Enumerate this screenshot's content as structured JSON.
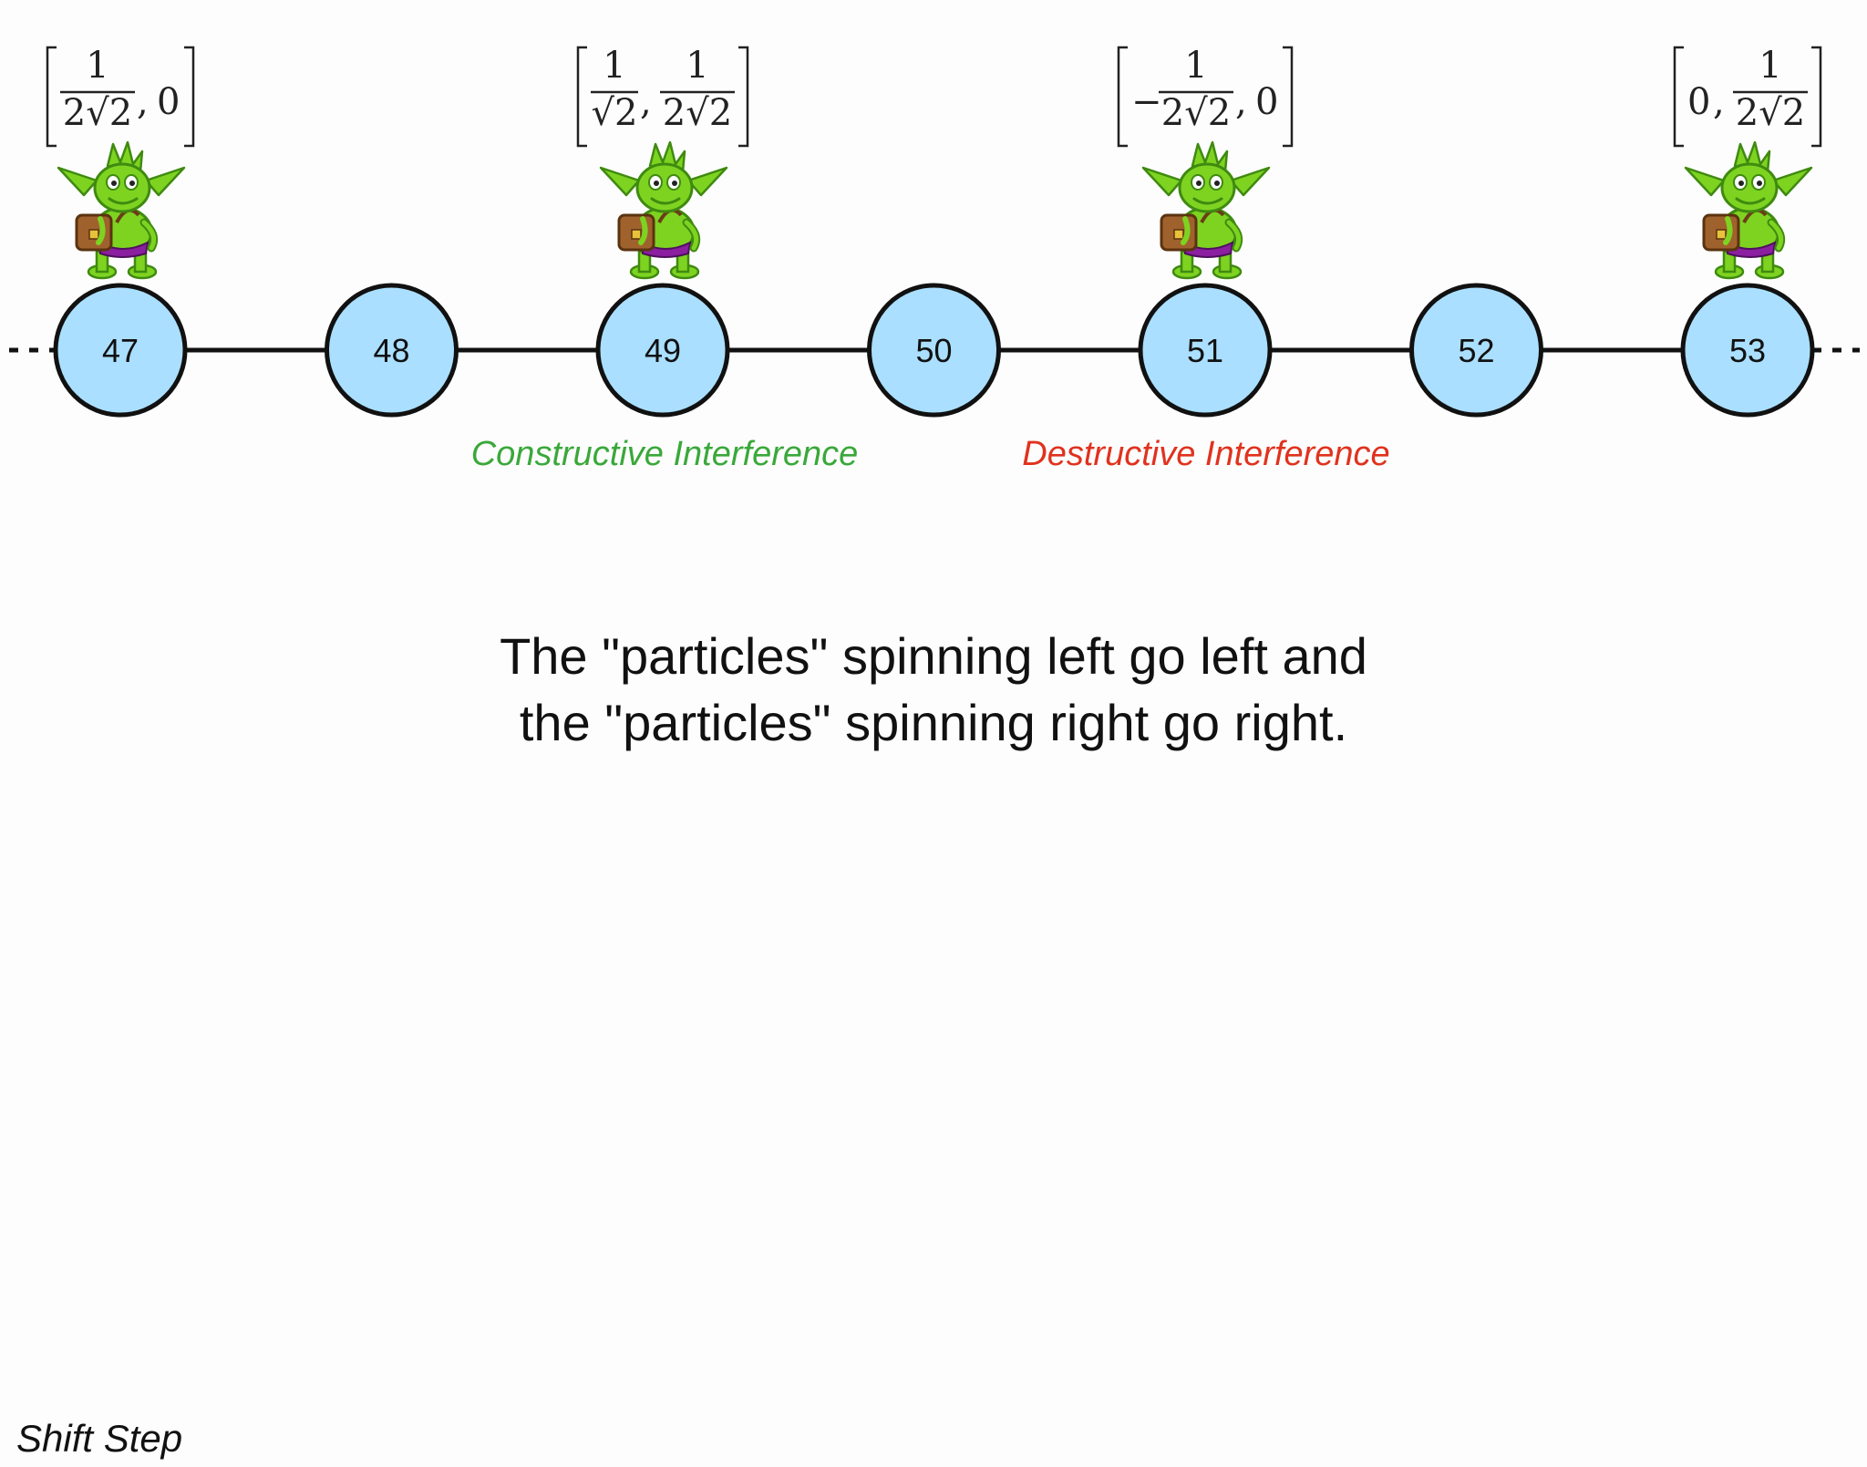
{
  "nodes": [
    {
      "label": "47",
      "goblin": true,
      "amplitude": {
        "left": {
          "num": "1",
          "den": "2√2"
        },
        "right": {
          "value": "0"
        }
      }
    },
    {
      "label": "48",
      "goblin": false
    },
    {
      "label": "49",
      "goblin": true,
      "amplitude": {
        "left": {
          "num": "1",
          "den": "√2"
        },
        "right": {
          "num": "1",
          "den": "2√2"
        }
      }
    },
    {
      "label": "50",
      "goblin": false
    },
    {
      "label": "51",
      "goblin": true,
      "amplitude": {
        "left": {
          "sign": "−",
          "num": "1",
          "den": "2√2"
        },
        "right": {
          "value": "0"
        }
      }
    },
    {
      "label": "52",
      "goblin": false
    },
    {
      "label": "53",
      "goblin": true,
      "amplitude": {
        "left": {
          "value": "0"
        },
        "right": {
          "num": "1",
          "den": "2√2"
        }
      }
    }
  ],
  "annotations": {
    "constructive": {
      "text": "Constructive Interference",
      "color": "#3aa83a"
    },
    "destructive": {
      "text": "Destructive Interference",
      "color": "#e0321e"
    }
  },
  "caption": {
    "line1": "The \"particles\" spinning left go left and",
    "line2": "the \"particles\" spinning right go right."
  },
  "step_label": "Shift Step",
  "colors": {
    "node_fill": "#aadfff",
    "node_stroke": "#111111",
    "goblin_skin": "#7ed321",
    "goblin_outline": "#3f8a10",
    "satchel": "#a0622d",
    "shorts": "#8b1fa0"
  }
}
